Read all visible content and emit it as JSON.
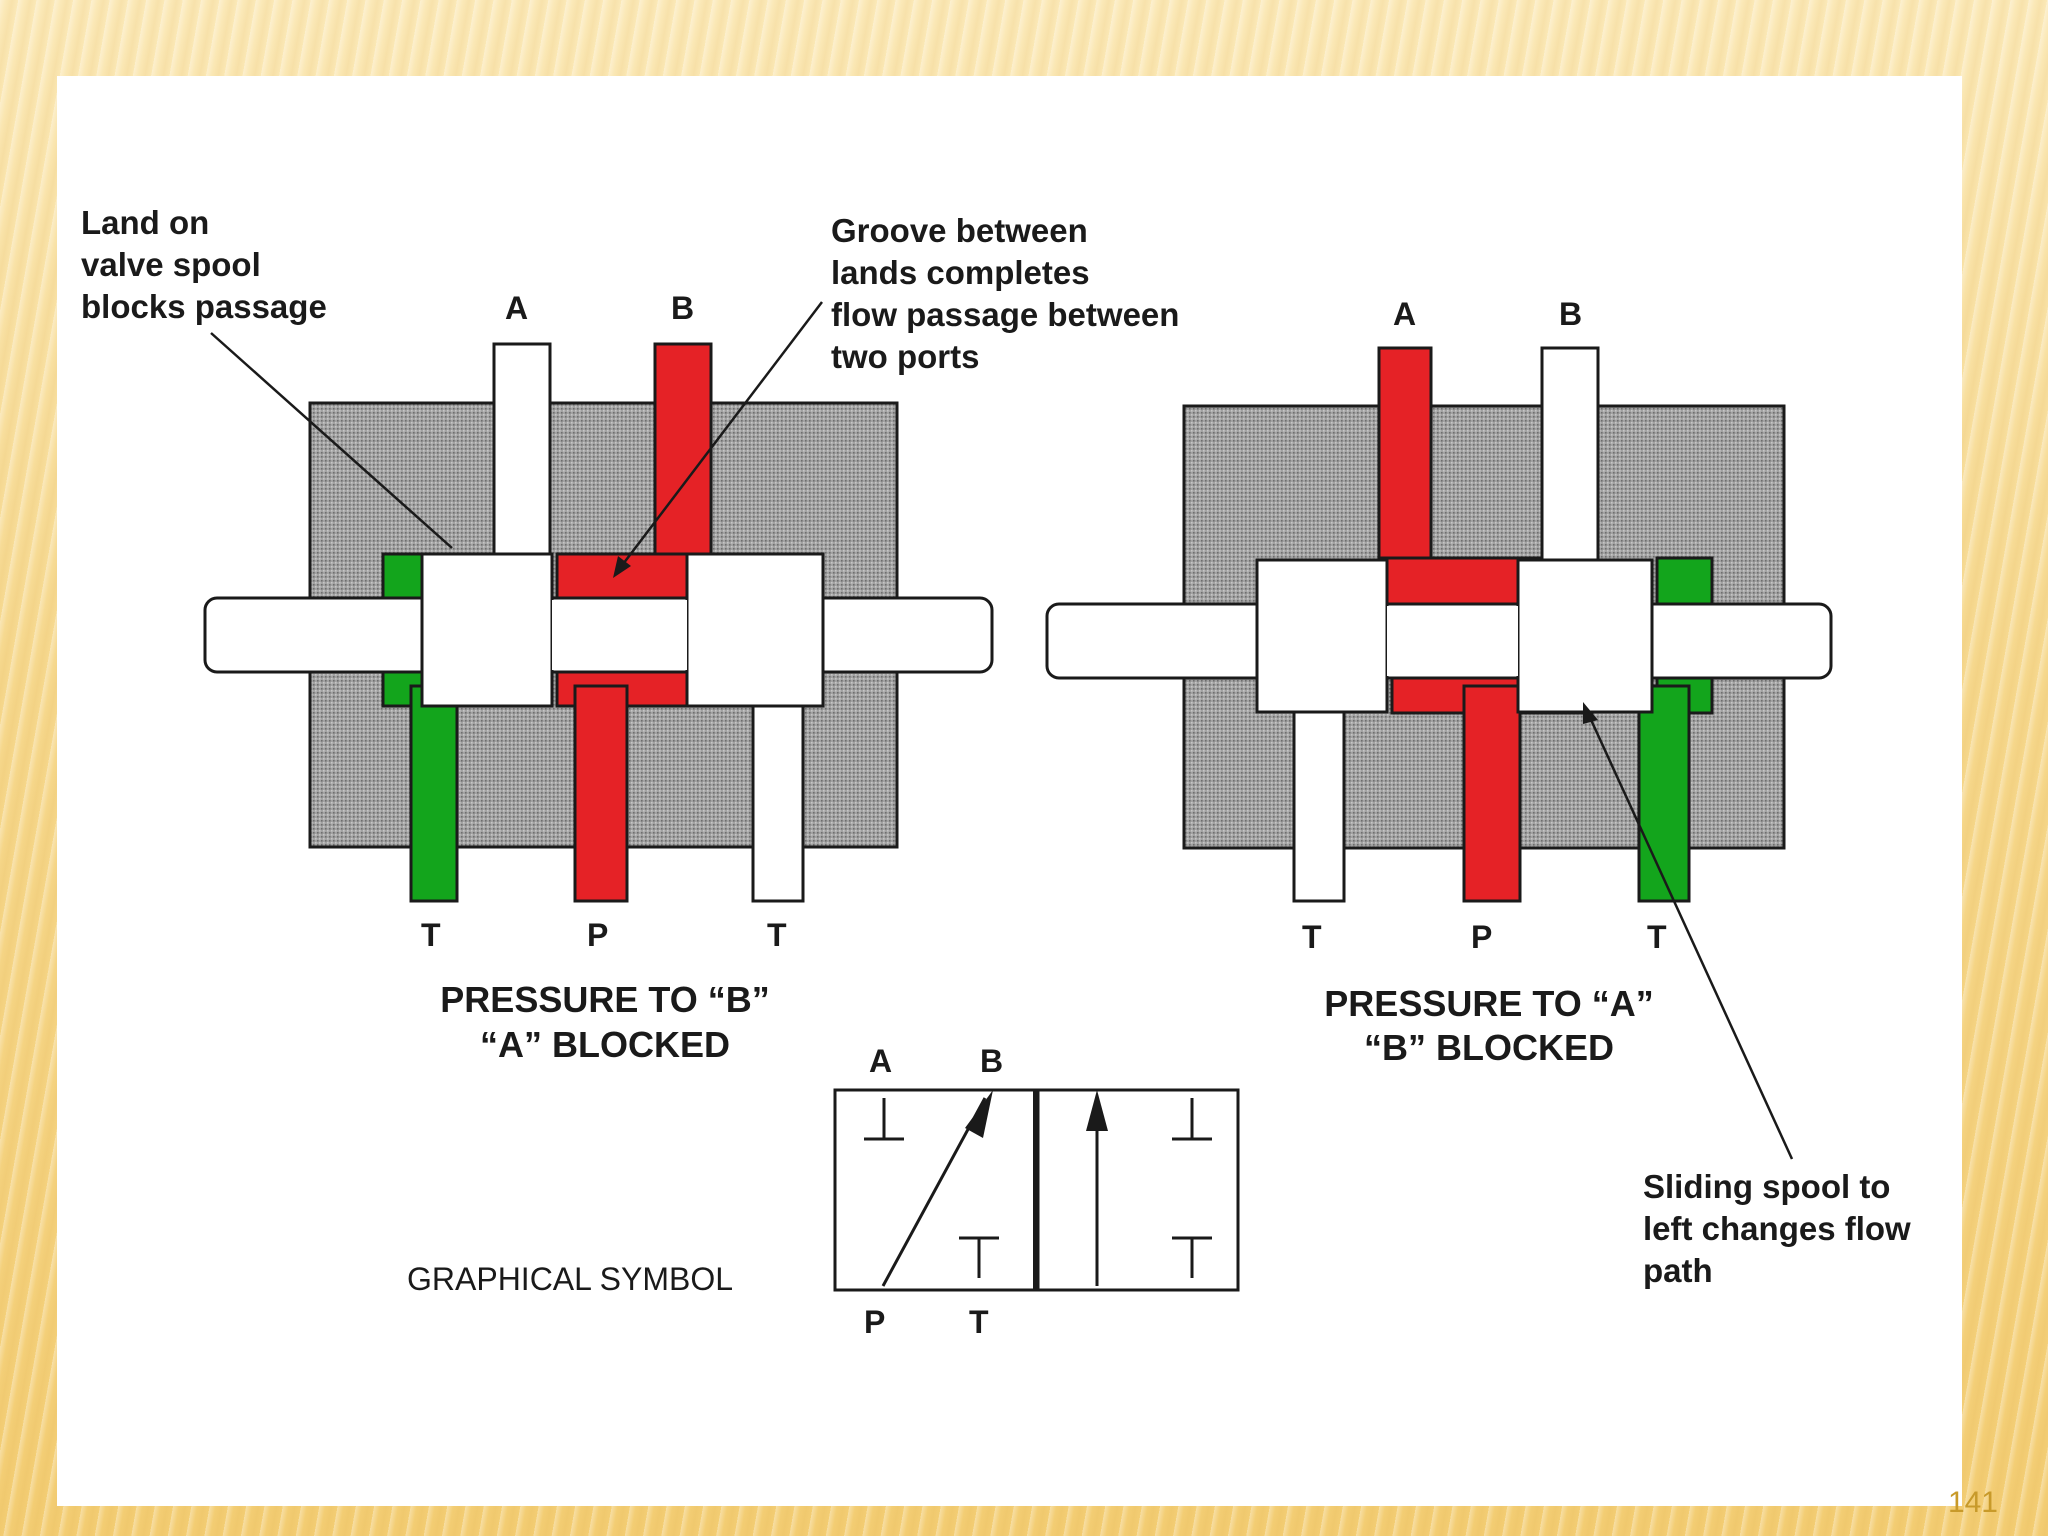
{
  "page_number": "141",
  "colors": {
    "pressure": "#e52226",
    "tank": "#13a51c",
    "body": "#9a9a9a",
    "background": "#f6d88d"
  },
  "labels": {
    "land": [
      "Land on",
      "valve spool",
      "blocks passage"
    ],
    "groove": [
      "Groove between",
      "lands completes",
      "flow passage between",
      "two ports"
    ],
    "sliding": [
      "Sliding spool to",
      "left changes flow",
      "path"
    ]
  },
  "left_valve": {
    "ports_top": [
      "A",
      "B"
    ],
    "ports_bottom": [
      "T",
      "P",
      "T"
    ],
    "caption": [
      "PRESSURE TO “B”",
      "“A” BLOCKED"
    ]
  },
  "right_valve": {
    "ports_top": [
      "A",
      "B"
    ],
    "ports_bottom": [
      "T",
      "P",
      "T"
    ],
    "caption": [
      "PRESSURE TO “A”",
      "“B” BLOCKED"
    ]
  },
  "symbol": {
    "caption": "GRAPHICAL SYMBOL",
    "ports_top": [
      "A",
      "B"
    ],
    "ports_bottom": [
      "P",
      "T"
    ]
  }
}
